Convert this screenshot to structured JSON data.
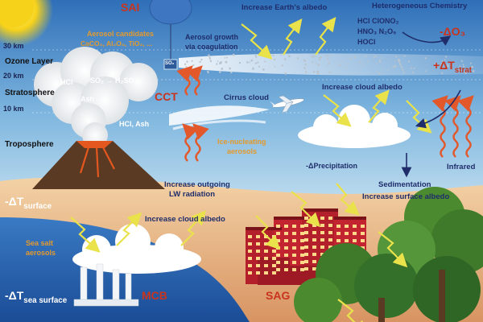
{
  "altitudes": {
    "km30": "30 km",
    "km20": "20 km",
    "km10": "10 km"
  },
  "layers": {
    "ozone": "Ozone Layer",
    "stratosphere": "Stratosphere",
    "troposphere": "Troposphere"
  },
  "sai": {
    "title": "SAI",
    "aerosol_candidates_1": "Aerosol candidates",
    "aerosol_candidates_2": "CaCO₃, Al₂O₃, TiO₂, ...",
    "aerosol_growth_1": "Aerosol growth",
    "aerosol_growth_2": "via coagulation",
    "so2_box": "SO₂",
    "increase_albedo": "Increase Earth's albedo"
  },
  "chemistry": {
    "title": "Heterogeneous Chemistry",
    "line1": "HCl  ClONO₂",
    "line2": "HNO₃  N₂O₅",
    "line3": "HOCl",
    "delta_o3": "-ΔO₃",
    "delta_t_strat_main": "+ΔT",
    "delta_t_strat_sub": "strat"
  },
  "volcano": {
    "hcl": "HCl",
    "so2_reaction": "SO₂ → H₂SO₄",
    "ash": "Ash",
    "hcl_ash": "HCl, Ash"
  },
  "cct": {
    "title": "CCT",
    "cirrus": "Cirrus cloud",
    "ice_1": "Ice-nucleating",
    "ice_2": "aerosols",
    "lw_1": "Increase outgoing",
    "lw_2": "LW radiation"
  },
  "right": {
    "increase_cloud_albedo": "Increase cloud albedo",
    "precip": "-ΔPrecipitation",
    "sedimentation": "Sedimentation",
    "surface_albedo": "Increase surface albedo",
    "infrared": "Infrared"
  },
  "surface": {
    "dt_surface_main": "-ΔT",
    "dt_surface_sub": "surface",
    "dt_sea_main": "-ΔT",
    "dt_sea_sub": "sea surface",
    "sea_salt_1": "Sea salt",
    "sea_salt_2": "aerosols",
    "mcb": "MCB",
    "sag": "SAG",
    "mcb_albedo": "Increase cloud albedo"
  },
  "colors": {
    "sky_top": "#2f6fb8",
    "sky_mid": "#7eb6df",
    "sky_low": "#cfe6f2",
    "land": "#e9b88a",
    "sea": "#2a5fae",
    "sun": "#f7d21a",
    "volcano": "#5a3a22",
    "buildings": "#b3202b",
    "trees": "#3f7a2a",
    "arrows_yellow": "#e9e24a",
    "arrows_orange": "#e2582a",
    "navy_text": "#1f2d6b",
    "red_text": "#c8341e",
    "orange_text": "#e39a2d"
  }
}
